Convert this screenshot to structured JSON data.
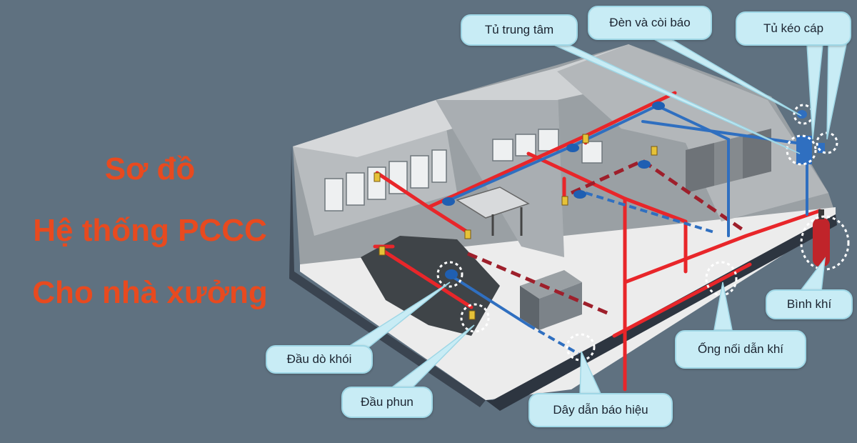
{
  "title": {
    "line1": "Sơ đồ",
    "line2": "Hệ thống PCCC",
    "line3": "Cho nhà xưởng"
  },
  "labels": {
    "tu_trung_tam": "Tủ trung tâm",
    "den_coi_bao": "Đèn và còi báo",
    "tu_keo_cap": "Tủ kéo cáp",
    "binh_khi": "Bình khí",
    "ong_noi_dan_khi": "Ống nối dẫn khí",
    "day_dan_bao_hieu": "Dây dẫn báo hiệu",
    "dau_do_khoi": "Đầu dò khói",
    "dau_phun": "Đầu phun"
  },
  "colors": {
    "background": "#5f7180",
    "title": "#e84a1f",
    "gas_pipe": "#e8262a",
    "gas_pipe_dashed": "#9e1f2b",
    "signal_wire": "#2f6fc0",
    "callout_fill": "#c8ecf5"
  }
}
